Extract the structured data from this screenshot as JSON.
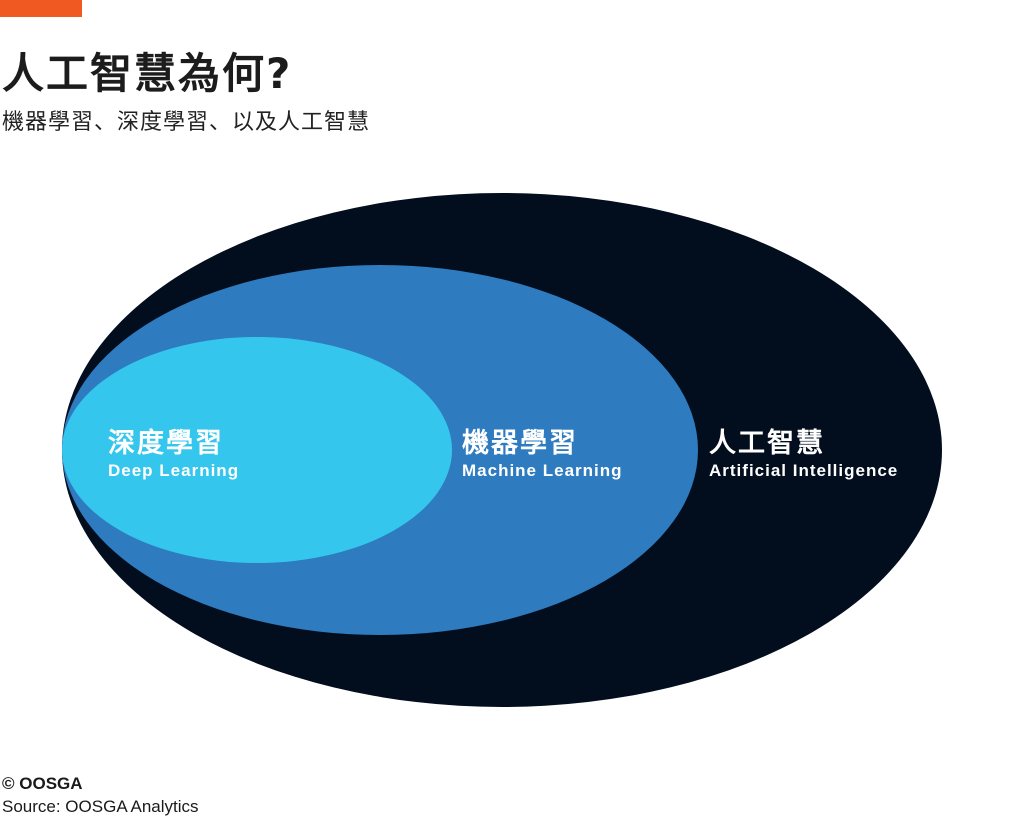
{
  "title": "人工智慧為何?",
  "subtitle": "機器學習、深度學習、以及人工智慧",
  "colors": {
    "accent_bar": "#f05a22",
    "ai": "#020e1e",
    "ml": "#2e7bbf",
    "dl": "#35c6ee"
  },
  "diagram": {
    "ai": {
      "zh": "人工智慧",
      "en": "Artificial Intelligence"
    },
    "ml": {
      "zh": "機器學習",
      "en": "Machine Learning"
    },
    "dl": {
      "zh": "深度學習",
      "en": "Deep Learning"
    }
  },
  "footer": {
    "copyright": "© OOSGA",
    "source": "Source: OOSGA Analytics"
  }
}
